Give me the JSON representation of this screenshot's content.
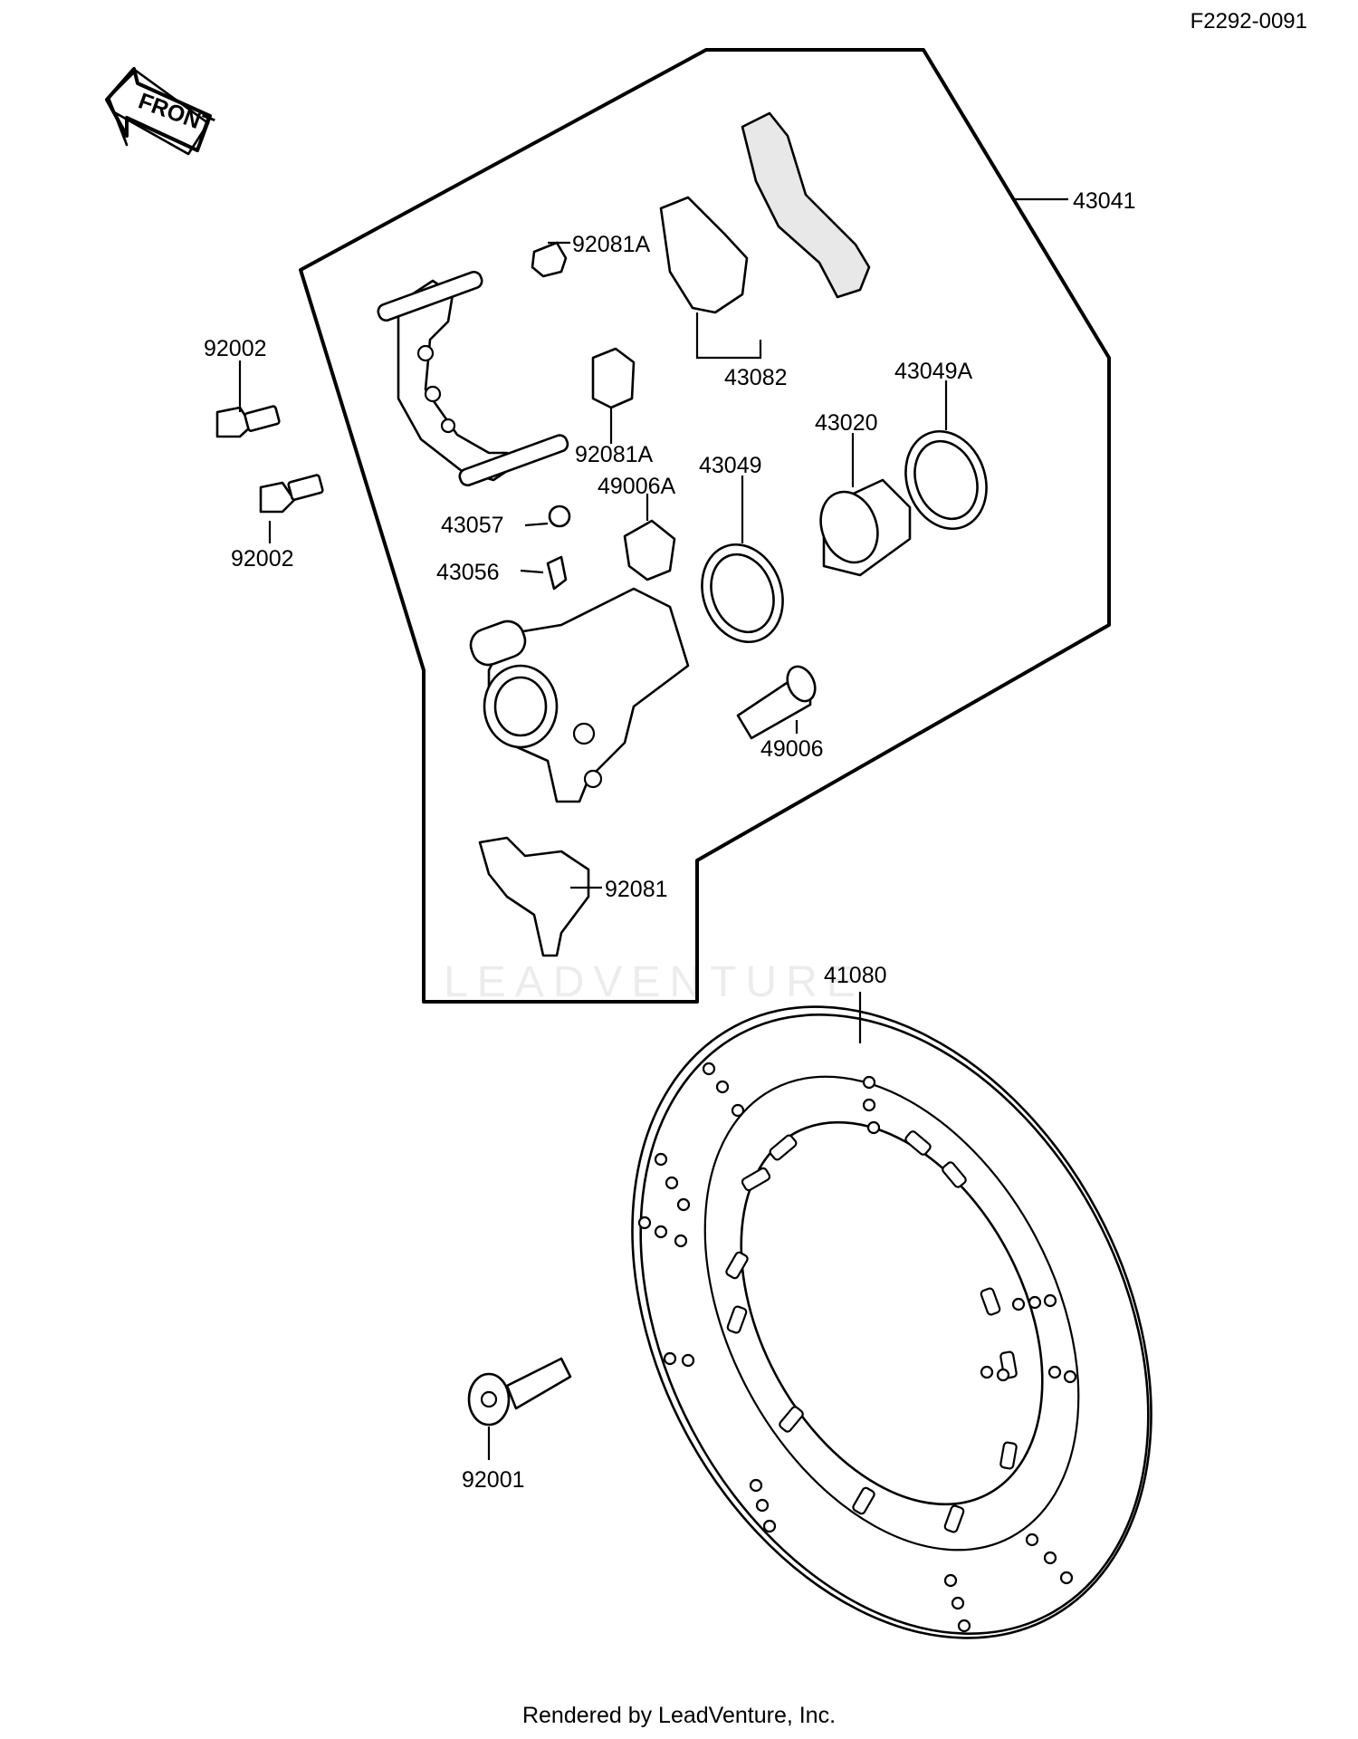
{
  "diagram_id": "F2292-0091",
  "front_label": "FRONT",
  "footer": "Rendered by LeadVenture, Inc.",
  "watermark": "LEADVENTURE",
  "callouts": [
    {
      "id": "43041",
      "label": "43041"
    },
    {
      "id": "92081A-top",
      "label": "92081A"
    },
    {
      "id": "92002-top",
      "label": "92002"
    },
    {
      "id": "43082",
      "label": "43082"
    },
    {
      "id": "43049A",
      "label": "43049A"
    },
    {
      "id": "43020",
      "label": "43020"
    },
    {
      "id": "92081A-mid",
      "label": "92081A"
    },
    {
      "id": "43049",
      "label": "43049"
    },
    {
      "id": "49006A",
      "label": "49006A"
    },
    {
      "id": "43057",
      "label": "43057"
    },
    {
      "id": "92002-bottom",
      "label": "92002"
    },
    {
      "id": "43056",
      "label": "43056"
    },
    {
      "id": "49006",
      "label": "49006"
    },
    {
      "id": "92081",
      "label": "92081"
    },
    {
      "id": "41080",
      "label": "41080"
    },
    {
      "id": "92001",
      "label": "92001"
    }
  ]
}
